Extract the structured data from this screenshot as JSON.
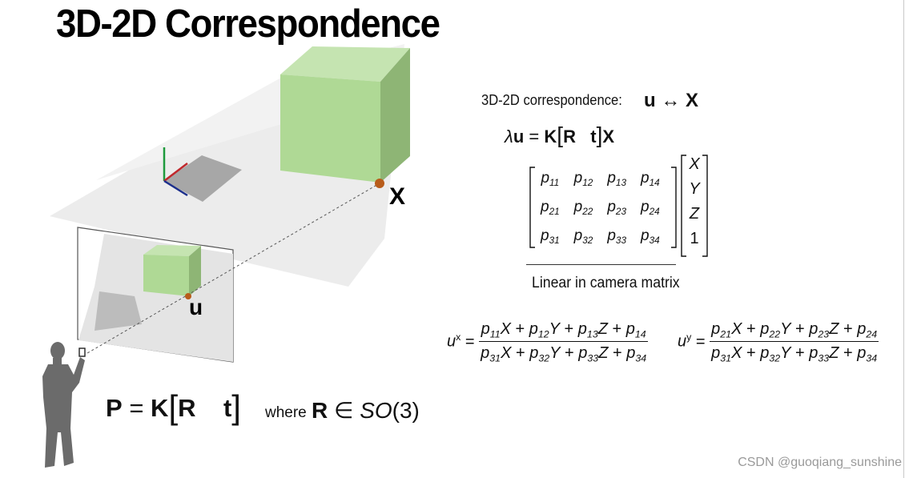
{
  "slide": {
    "title": "3D-2D Correspondence"
  },
  "figure": {
    "point_3d_label": "X",
    "point_2d_label": "u"
  },
  "equations": {
    "correspondence_text": "3D-2D correspondence:",
    "correspondence_lhs": "u",
    "correspondence_arrow": "↔",
    "correspondence_rhs": "X",
    "projection_lambda": "λ",
    "projection_u": "u",
    "projection_eq": "=",
    "projection_K": "K",
    "projection_R": "R",
    "projection_t": "t",
    "projection_X": "X",
    "matrix_rows": [
      [
        "p11",
        "p12",
        "p13",
        "p14"
      ],
      [
        "p21",
        "p22",
        "p23",
        "p24"
      ],
      [
        "p31",
        "p32",
        "p33",
        "p34"
      ]
    ],
    "vector": [
      "X",
      "Y",
      "Z",
      "1"
    ],
    "linear_caption": "Linear in camera matrix",
    "ux_lhs": "u",
    "ux_sup": "x",
    "uy_lhs": "u",
    "uy_sup": "y",
    "ux_numerator": "p11X + p12Y + p13Z + p14",
    "uy_numerator": "p21X + p22Y + p23Z + p24",
    "denominator": "p31X + p32Y + p33Z + p34",
    "P_lhs": "P",
    "P_eq": "=",
    "P_K": "K",
    "P_R": "R",
    "P_t": "t",
    "where_text": "where",
    "R_sym": "R",
    "in_sym": "∈",
    "so_text": "SO",
    "so_arg": "(3)"
  },
  "watermark": "CSDN @guoqiang_sunshine",
  "colors": {
    "cube_front": "#afd995",
    "cube_top": "#c5e4b1",
    "cube_side": "#8eb575",
    "point": "#b85c1a",
    "shadow": "#e6e6e6",
    "plane": "#a7a7a7",
    "person": "#6b6b6b",
    "axis_x": "#c0282d",
    "axis_y": "#1e9a3c",
    "axis_z": "#1c2f8c"
  }
}
